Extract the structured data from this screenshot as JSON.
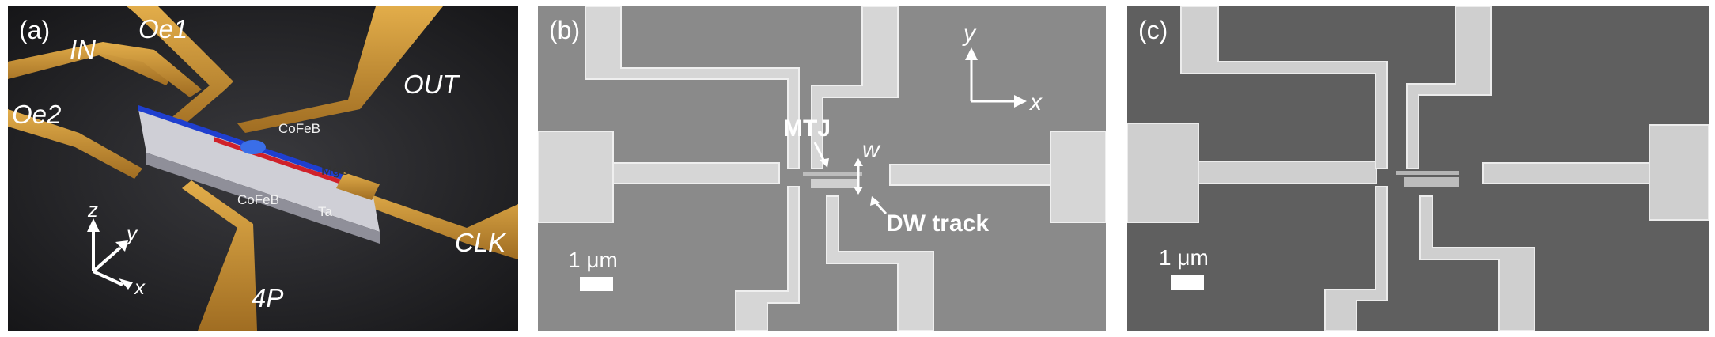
{
  "panels": {
    "a": {
      "label": "(a)",
      "leads": {
        "in": "IN",
        "oe1": "Oe1",
        "oe2": "Oe2",
        "out": "OUT",
        "clk": "CLK",
        "p4": "4P"
      },
      "materials": {
        "cofeb_top": "CoFeB",
        "mgo": "MgO",
        "cofeb_bottom": "CoFeB",
        "ta": "Ta"
      },
      "axes": {
        "z": "z",
        "y": "y",
        "x": "x"
      }
    },
    "b": {
      "label": "(b)",
      "annotations": {
        "mtj": "MTJ",
        "width": "w",
        "dw_track": "DW track"
      },
      "axes": {
        "y": "y",
        "x": "x"
      },
      "scale_bar": "1 μm"
    },
    "c": {
      "label": "(c)",
      "scale_bar": "1 μm"
    }
  },
  "colors": {
    "gold": "#c8912f",
    "gold_dark": "#8a5a16",
    "sem_metal": "#d6d6d6",
    "bg_b": "#8a8a8a",
    "bg_c": "#5f5f5f"
  }
}
